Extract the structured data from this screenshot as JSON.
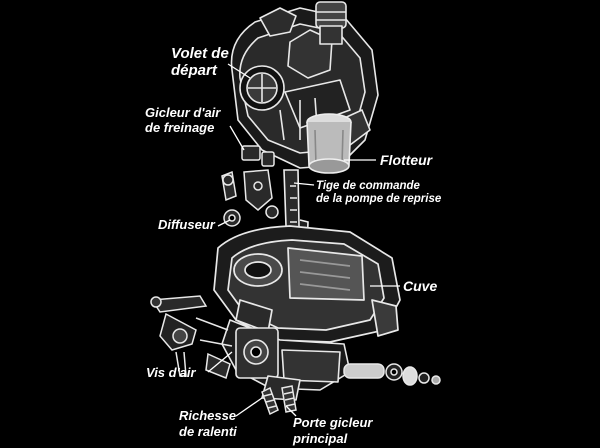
{
  "labels": {
    "volet": [
      "Volet de",
      "départ"
    ],
    "gicleur_air": [
      "Gicleur d'air",
      "de freinage"
    ],
    "flotteur": "Flotteur",
    "tige": [
      "Tige de commande",
      "de la pompe de reprise"
    ],
    "diffuseur": "Diffuseur",
    "cuve": "Cuve",
    "vis_air": "Vis d'air",
    "richesse": [
      "Richesse",
      "de ralenti"
    ],
    "porte_gicleur": [
      "Porte gicleur",
      "principal"
    ]
  },
  "colors": {
    "background": "#000000",
    "ink": "#ffffff"
  }
}
